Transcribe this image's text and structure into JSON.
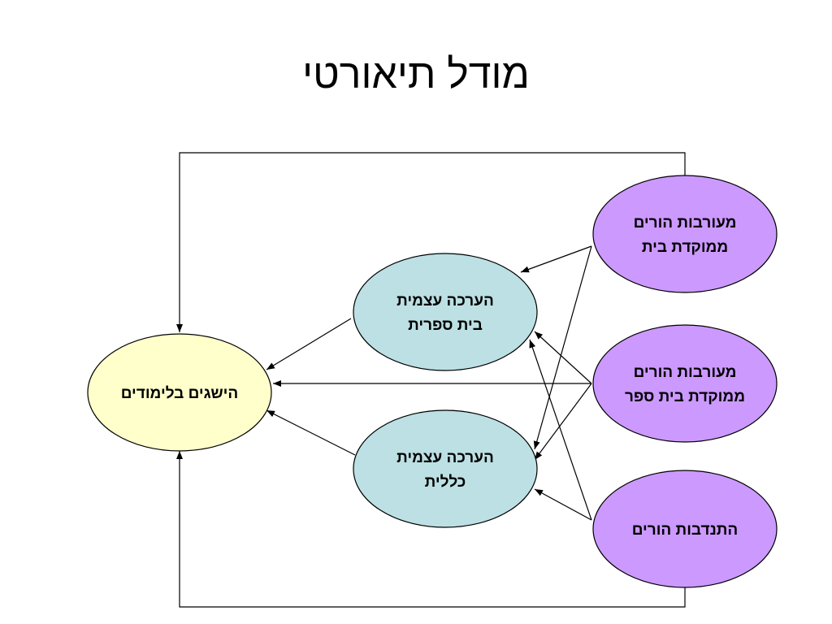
{
  "title": "מודל תיאורטי",
  "nodes": {
    "achievement": {
      "lines": [
        "הישגים בלימודים"
      ],
      "fill": "#FFFFCC"
    },
    "school_self_esteem": {
      "lines": [
        "הערכה עצמית",
        "בית ספרית"
      ],
      "fill": "#BCE0E4"
    },
    "general_self_esteem": {
      "lines": [
        "הערכה עצמית",
        "כללית"
      ],
      "fill": "#BCE0E4"
    },
    "home_involvement": {
      "lines": [
        "מעורבות הורים",
        "ממוקדת בית"
      ],
      "fill": "#CC99FF"
    },
    "school_involvement": {
      "lines": [
        "מעורבות הורים",
        "ממוקדת בית ספר"
      ],
      "fill": "#CC99FF"
    },
    "volunteering": {
      "lines": [
        "התנדבות הורים"
      ],
      "fill": "#CC99FF"
    }
  },
  "edges": [
    {
      "from": "home_involvement",
      "to": "school_self_esteem"
    },
    {
      "from": "home_involvement",
      "to": "general_self_esteem"
    },
    {
      "from": "school_involvement",
      "to": "school_self_esteem"
    },
    {
      "from": "school_involvement",
      "to": "general_self_esteem"
    },
    {
      "from": "school_involvement",
      "to": "achievement"
    },
    {
      "from": "volunteering",
      "to": "school_self_esteem"
    },
    {
      "from": "volunteering",
      "to": "general_self_esteem"
    },
    {
      "from": "school_self_esteem",
      "to": "achievement"
    },
    {
      "from": "general_self_esteem",
      "to": "achievement"
    },
    {
      "from": "home_involvement",
      "to": "achievement",
      "route": "top"
    },
    {
      "from": "volunteering",
      "to": "achievement",
      "route": "bottom"
    }
  ]
}
